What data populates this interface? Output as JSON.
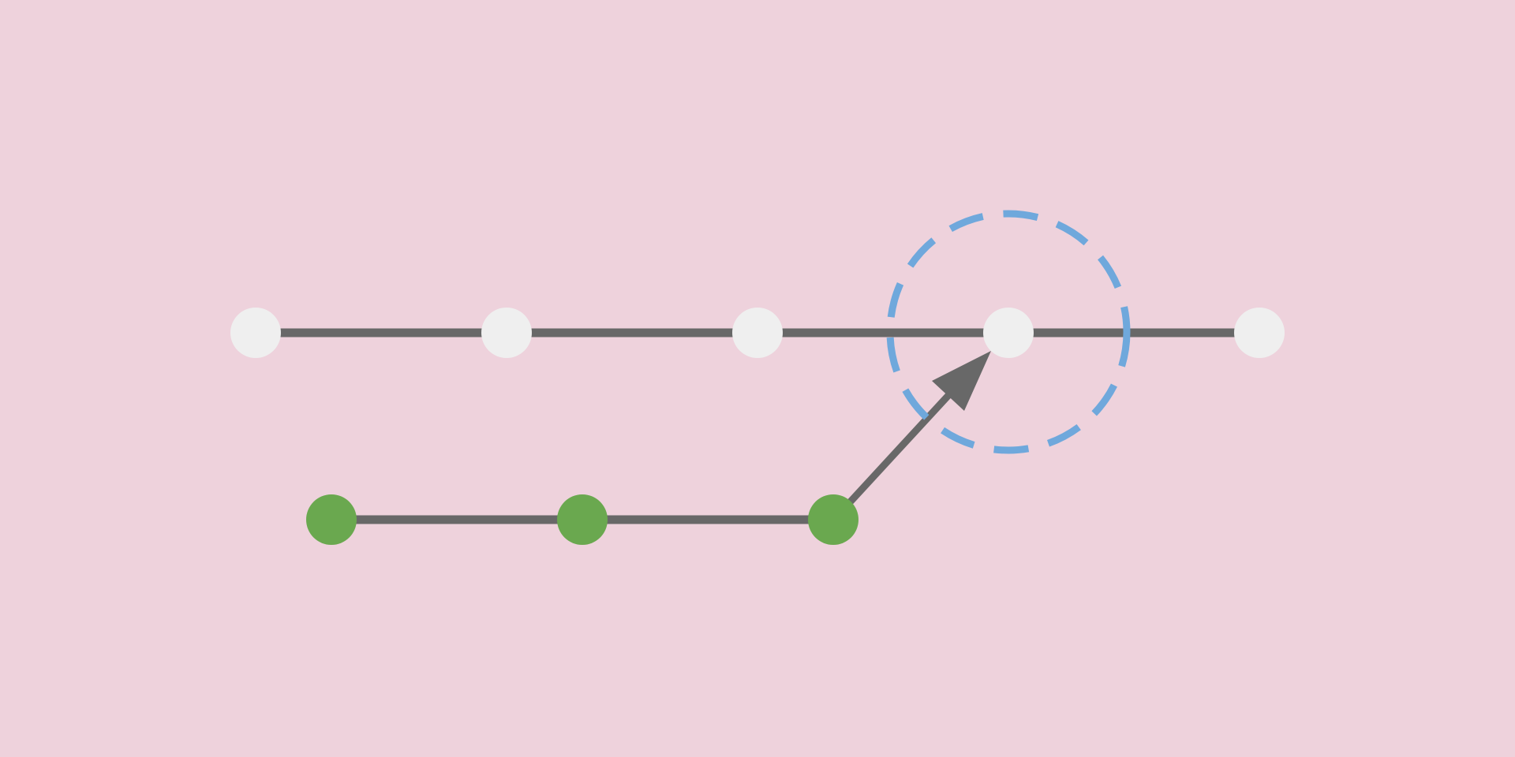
{
  "colors": {
    "background": "#eed2dc",
    "line": "#686868",
    "node_main": "#efefef",
    "node_branch": "#6aa84f",
    "highlight": "#6fa8dc"
  },
  "diagram": {
    "main_line": {
      "node_count": 5
    },
    "branch_line": {
      "node_count": 3
    },
    "arrow": {
      "from": "branch-node-3",
      "to": "main-node-4"
    },
    "highlight": {
      "target": "main-node-4",
      "style": "dashed-circle"
    }
  }
}
